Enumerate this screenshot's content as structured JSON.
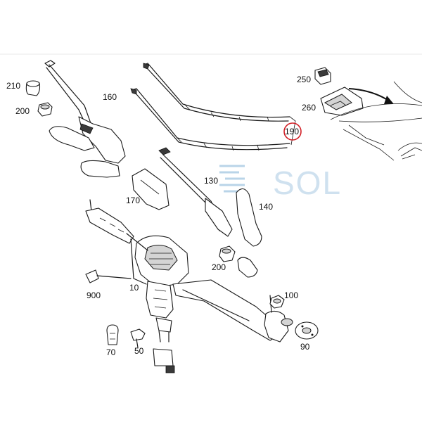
{
  "watermark": {
    "text": "SOL"
  },
  "colors": {
    "highlight_ring": "#d21f26",
    "watermark": "#cfe1ef",
    "watermark_icon": "#b9d4e8"
  },
  "labels": {
    "p210": "210",
    "p200_top": "200",
    "p160": "160",
    "p190": "190",
    "p250": "250",
    "p260": "260",
    "p130": "130",
    "p140": "140",
    "p170": "170",
    "p200_mid": "200",
    "p900": "900",
    "p10": "10",
    "p100": "100",
    "p90": "90",
    "p70": "70",
    "p50": "50"
  },
  "highlighted_part": "190"
}
